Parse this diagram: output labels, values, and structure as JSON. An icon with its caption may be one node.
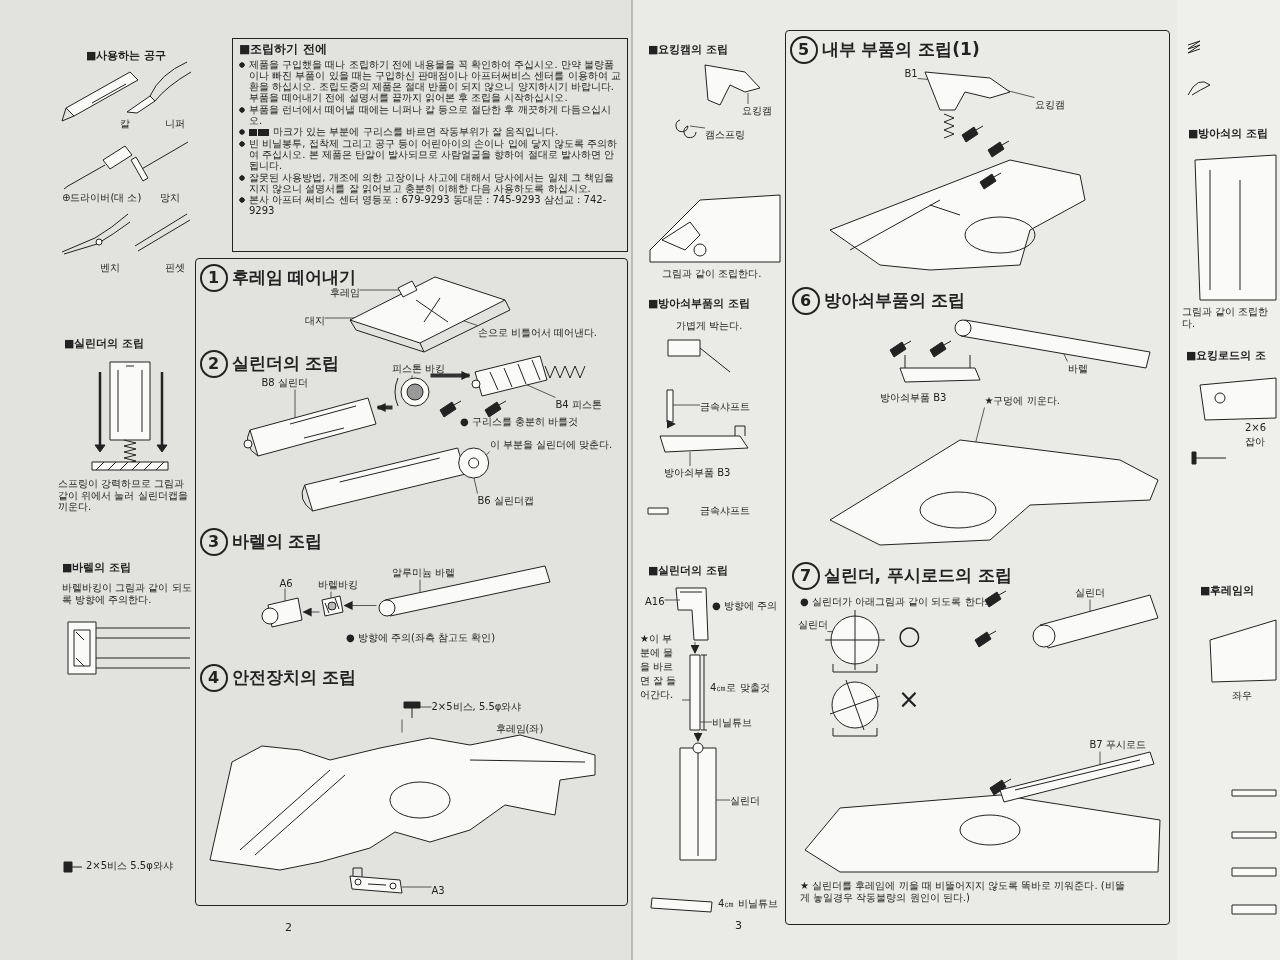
{
  "diagram": {
    "nodes": [
      {
        "text": [
          "■조립하기 전에",
          "제품을 구입했을 때나 조립하기 전에 내용물을 꼭 확인하여 주십시오. 만약 불량품이나 빠진 부품이 있을 때는 구입하신 판매점이나 아프터써비스 센터를 이용하여 교환을 하십시오. 조립도중의 제품은 절대 반품이 되지 않으니 양지하시기 바랍니다. 부품을 떼어내기 전에 설명서를 끝까지 읽어본 후 조립을 시작하십시오.",
          "부품을 런너에서 떼어낼 때에는 니퍼나 칼 등으로 절단한 후 깨끗하게 다듬으십시오.",
          "마크가 있는 부분에 구리스를 바르면 작동부위가 잘 움직입니다.",
          "빈 비닐봉투, 접착제 그리고 공구 등이 어린아이의 손이나 입에 닿지 않도록 주의하여 주십시오. 본 제품은 탄알이 발사되므로 사람얼굴을 향하여 절대로 발사하면 안됩니다.",
          "잘못된 사용방법, 개조에 의한 고장이나 사고에 대해서 당사에서는 일체 그 책임을 지지 않으니 설명서를 잘 읽어보고 충분히 이해한 다음 사용하도록 하십시오.",
          "본사 아프터 써비스 센터 영등포 : 679-9293 동대문 : 745-9293 삼선교 : 742-9293"
        ]
      },
      {
        "text": [],
        "shape": "box"
      },
      {
        "text": [
          "1"
        ],
        "beside": [
          "후레임 떼어내기"
        ],
        "in": 1
      },
      {
        "text": [
          "후레임"
        ],
        "in": 1
      },
      {
        "text": [
          "대지"
        ],
        "in": 1
      },
      {
        "text": [
          "손으로 비틀어서 떼어낸다."
        ],
        "in": 1
      },
      {
        "text": [
          "2"
        ],
        "beside": [
          "실린더의 조립"
        ],
        "in": 1
      },
      {
        "text": [
          "피스톤 바킹"
        ],
        "in": 1
      },
      {
        "text": [
          "B8 실린더"
        ],
        "in": 1
      },
      {
        "text": [
          "B4 피스톤"
        ],
        "in": 1
      },
      {
        "text": [
          "이 부분을 실린더에 맞춘다."
        ],
        "in": 1
      },
      {
        "text": [
          "B6 실린더캡"
        ],
        "in": 1
      },
      {
        "text": [
          "3"
        ],
        "beside": [
          "바렐의 조립"
        ],
        "in": 1
      },
      {
        "text": [
          "알루미늄 바렐"
        ],
        "in": 1
      },
      {
        "text": [
          "A6"
        ],
        "in": 1
      },
      {
        "text": [
          "바렐바킹"
        ],
        "in": 1
      },
      {
        "text": [
          "4"
        ],
        "beside": [
          "안전장치의 조립"
        ],
        "in": 1
      },
      {
        "text": [
          "2×5비스, 5.5φ와샤"
        ],
        "in": 1
      },
      {
        "text": [
          "후레임(좌)"
        ],
        "in": 1
      },
      {
        "text": [
          "A3"
        ],
        "in": 1
      },
      {
        "text": [],
        "shape": "box"
      },
      {
        "text": [
          "5"
        ],
        "beside": [
          "내부 부품의 조립(1)"
        ],
        "in": 20
      },
      {
        "text": [
          "B1"
        ],
        "in": 20
      },
      {
        "text": [
          "요킹캠"
        ],
        "in": 20
      },
      {
        "text": [
          "6"
        ],
        "beside": [
          "방아쇠부품의 조립"
        ],
        "in": 20
      },
      {
        "text": [
          "바렐"
        ],
        "in": 20
      },
      {
        "text": [
          "★구멍에 끼운다."
        ],
        "in": 20
      },
      {
        "text": [
          "7"
        ],
        "beside": [
          "실린더, 푸시로드의 조립"
        ],
        "in": 20
      },
      {
        "text": [
          "실린더"
        ],
        "in": 20
      },
      {
        "text": [
          "실린더"
        ],
        "in": 20
      },
      {
        "text": [
          "B7 푸시로드"
        ],
        "in": 20
      },
      {
        "text": [
          "요킹캠"
        ]
      },
      {
        "text": [
          "캠스프링"
        ]
      },
      {
        "text": [
          "금속샤프트"
        ]
      },
      {
        "text": [
          "방아쇠부품 B3"
        ]
      },
      {
        "text": [
          "A16"
        ]
      },
      {
        "text": [
          "★이 부분에 물을 바르면 잘 들어간다."
        ]
      },
      {
        "text": [
          "비닐튜브"
        ]
      },
      {
        "text": [
          "실린더"
        ]
      },
      {
        "text": [],
        "shape": "picture",
        "in": 1
      },
      {
        "text": [],
        "shape": "picture",
        "in": 1
      },
      {
        "text": [],
        "shape": "picture",
        "in": 1
      },
      {
        "text": [],
        "shape": "picture",
        "in": 1
      },
      {
        "text": [],
        "shape": "picture",
        "in": 1
      },
      {
        "text": [],
        "shape": "picture",
        "in": 1
      },
      {
        "text": [],
        "shape": "picture",
        "in": 1
      },
      {
        "text": [],
        "shape": "picture",
        "in": 1
      },
      {
        "text": [],
        "shape": "picture",
        "in": 1
      },
      {
        "text": [],
        "shape": "picture",
        "in": 1
      },
      {
        "text": [],
        "shape": "picture",
        "in": 1
      },
      {
        "text": [],
        "shape": "picture",
        "in": 20
      },
      {
        "text": [],
        "shape": "picture",
        "in": 20
      },
      {
        "text": [],
        "shape": "picture",
        "in": 20
      },
      {
        "text": [],
        "shape": "picture",
        "in": 20,
        "beside": [
          "○",
          "×"
        ]
      },
      {
        "text": [],
        "shape": "picture",
        "in": 20
      },
      {
        "text": [],
        "shape": "picture",
        "in": 20
      },
      {
        "text": [],
        "shape": "picture"
      },
      {
        "text": [],
        "shape": "picture"
      },
      {
        "text": [],
        "shape": "picture"
      },
      {
        "text": [],
        "shape": "picture"
      },
      {
        "text": [],
        "shape": "picture"
      },
      {
        "text": [],
        "shape": "picture"
      },
      {
        "text": [],
        "shape": "picture"
      }
    ],
    "edges": [
      {
        "from": 3,
        "to": 39,
        "arrow": "none"
      },
      {
        "from": 4,
        "to": 39,
        "arrow": "none"
      },
      {
        "from": 5,
        "to": 39,
        "arrow": "none"
      },
      {
        "from": 7,
        "to": 40,
        "arrow": "none"
      },
      {
        "from": 8,
        "to": 41,
        "arrow": "none"
      },
      {
        "from": 9,
        "to": 42,
        "arrow": "none"
      },
      {
        "from": 10,
        "to": 43,
        "arrow": "none"
      },
      {
        "from": 11,
        "to": 43,
        "arrow": "none"
      },
      {
        "from": 13,
        "to": 44,
        "arrow": "none"
      },
      {
        "from": 14,
        "to": 45,
        "arrow": "none"
      },
      {
        "from": 15,
        "to": 46,
        "arrow": "none"
      },
      {
        "from": 17,
        "to": 47,
        "arrow": "none"
      },
      {
        "from": 18,
        "to": 48,
        "arrow": "none"
      },
      {
        "from": 19,
        "to": 49,
        "arrow": "none"
      },
      {
        "from": 22,
        "to": 50,
        "arrow": "none"
      },
      {
        "from": 23,
        "to": 50,
        "arrow": "none"
      },
      {
        "from": 25,
        "to": 51,
        "arrow": "none"
      },
      {
        "from": 26,
        "to": 52,
        "arrow": "none"
      },
      {
        "from": 28,
        "to": 53,
        "arrow": "none"
      },
      {
        "from": 29,
        "to": 54,
        "arrow": "none"
      },
      {
        "from": 30,
        "to": 55,
        "arrow": "none"
      },
      {
        "from": 31,
        "to": 56,
        "arrow": "none"
      },
      {
        "from": 32,
        "to": 57,
        "arrow": "none"
      },
      {
        "from": 33,
        "to": 58,
        "arrow": "none"
      },
      {
        "from": 34,
        "to": 59,
        "arrow": "none"
      },
      {
        "from": 35,
        "to": 60,
        "arrow": "none"
      },
      {
        "from": 36,
        "to": 61,
        "arrow": "none"
      },
      {
        "from": 37,
        "to": 61,
        "arrow": "none"
      },
      {
        "from": 38,
        "to": 62,
        "arrow": "none"
      },
      {
        "from": 40,
        "to": 41,
        "arrow": "to",
        "style": "thick"
      },
      {
        "from": 40,
        "to": 42,
        "arrow": "to",
        "style": "thick"
      },
      {
        "from": 44,
        "to": 46,
        "arrow": "to"
      },
      {
        "from": 46,
        "to": 45,
        "arrow": "to"
      },
      {
        "from": 47,
        "to": 48,
        "arrow": "none"
      },
      {
        "from": 58,
        "to": 59,
        "arrow": "to"
      },
      {
        "from": 60,
        "to": 61,
        "arrow": "to"
      },
      {
        "from": 61,
        "to": 62,
        "arrow": "to"
      }
    ],
    "labels": [
      "■사용하는 공구",
      "칼",
      "니퍼",
      "⊕드라이버(대 소)",
      "망치",
      "벤치",
      "핀셋",
      "■실린더의 조립",
      "스프링이 강력하므로 그림과 같이 위에서 눌러 실린더캡을 끼운다.",
      "■바렐의 조립",
      "바렐바킹이 그림과 같이 되도록 방향에 주의한다.",
      "2×5비스 5.5φ와샤",
      "● 구리스를 충분히 바를것",
      "● 방향에 주의(좌측 참고도 확인)",
      "2",
      "■요킹캠의 조립",
      "그림과 같이 조립한다.",
      "■방아쇠부품의 조립",
      "가볍게 박는다.",
      "금속샤프트",
      "■실린더의 조립",
      "● 방향에 주의",
      "4㎝로 맞출것",
      "4㎝ 비닐튜브",
      "3",
      "방아쇠부품 B3",
      "● 실린더가 아래그림과 같이 되도록 한다.",
      "★ 실린더를 후레임에 끼울 때 비뚤어지지 않도록 똑바로 끼워준다. (비뚤게 놓일경우 작동불량의 원인이 된다.)",
      "■방아쇠의 조립",
      "그림과 같이 조립한다.",
      "■요킹로드의 조",
      "2×6",
      "잡아",
      "■후레임의",
      "좌우"
    ]
  }
}
